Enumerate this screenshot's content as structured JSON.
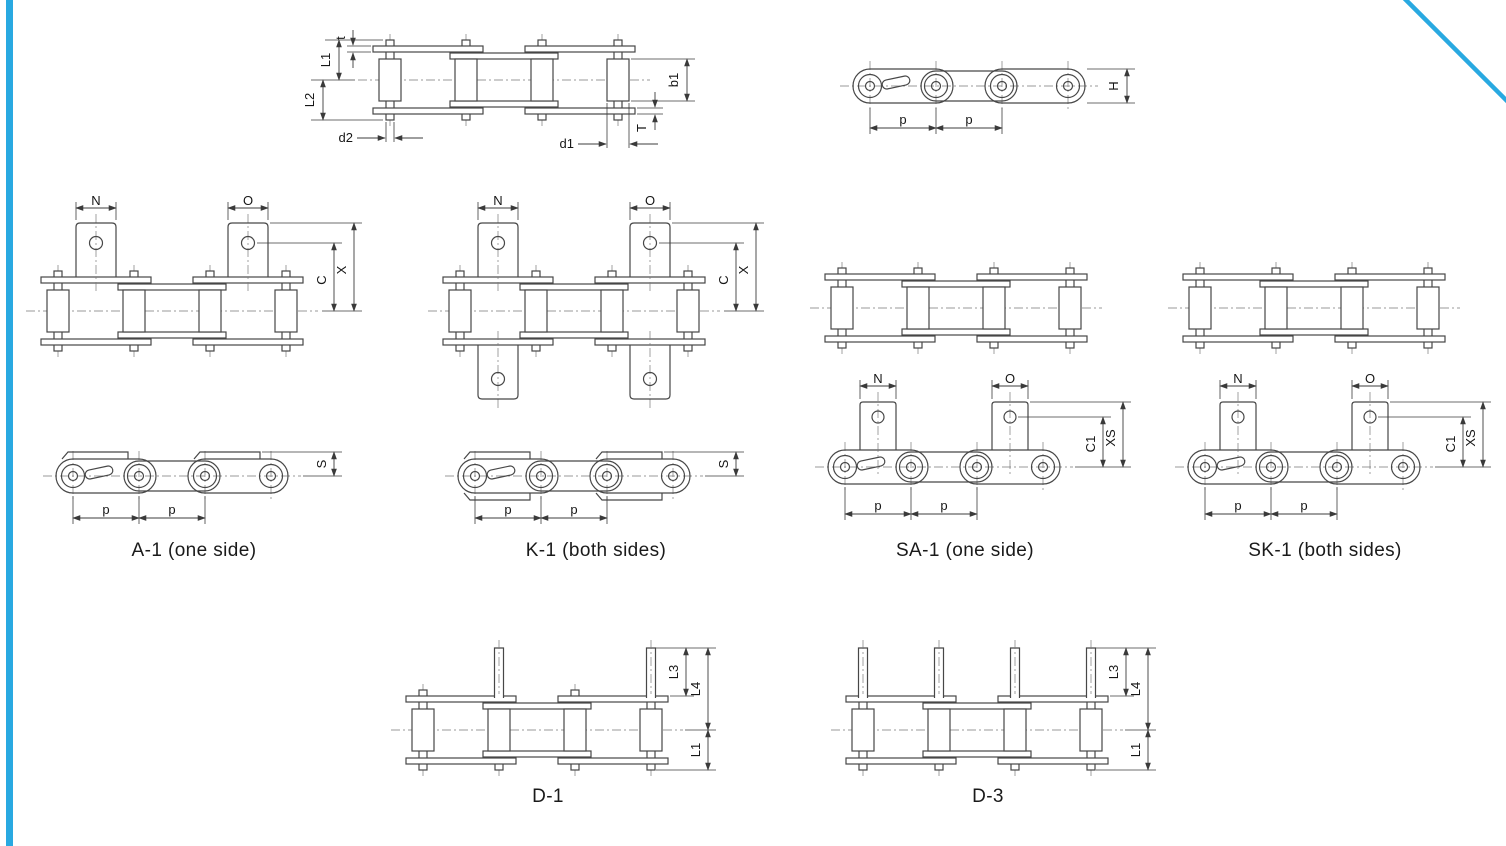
{
  "page": {
    "accent_color": "#29a9e1",
    "line_color": "#474747",
    "background": "#ffffff"
  },
  "top_plan": {
    "dims": {
      "l1": "L1",
      "t_inner": "t",
      "l2": "L2",
      "d2": "d2",
      "b1": "b1",
      "t_outer": "T",
      "d1": "d1"
    }
  },
  "top_side": {
    "dims": {
      "h": "H",
      "p1": "p",
      "p2": "p"
    }
  },
  "a1": {
    "caption": "A-1  (one side)",
    "dims": {
      "n": "N",
      "o": "O",
      "c": "C",
      "x": "X",
      "s": "S",
      "p1": "p",
      "p2": "p"
    }
  },
  "k1": {
    "caption": "K-1  (both sides)",
    "dims": {
      "n": "N",
      "o": "O",
      "c": "C",
      "x": "X",
      "s": "S",
      "p1": "p",
      "p2": "p"
    }
  },
  "sa1": {
    "caption": "SA-1  (one side)",
    "dims": {
      "n": "N",
      "o": "O",
      "c1": "C1",
      "xs": "XS",
      "p1": "p",
      "p2": "p"
    }
  },
  "sk1": {
    "caption": "SK-1  (both sides)",
    "dims": {
      "n": "N",
      "o": "O",
      "c1": "C1",
      "xs": "XS",
      "p1": "p",
      "p2": "p"
    }
  },
  "d1": {
    "caption": "D-1",
    "dims": {
      "l3": "L3",
      "l4": "L4",
      "l1": "L1"
    }
  },
  "d3": {
    "caption": "D-3",
    "dims": {
      "l3": "L3",
      "l4": "L4",
      "l1": "L1"
    }
  }
}
